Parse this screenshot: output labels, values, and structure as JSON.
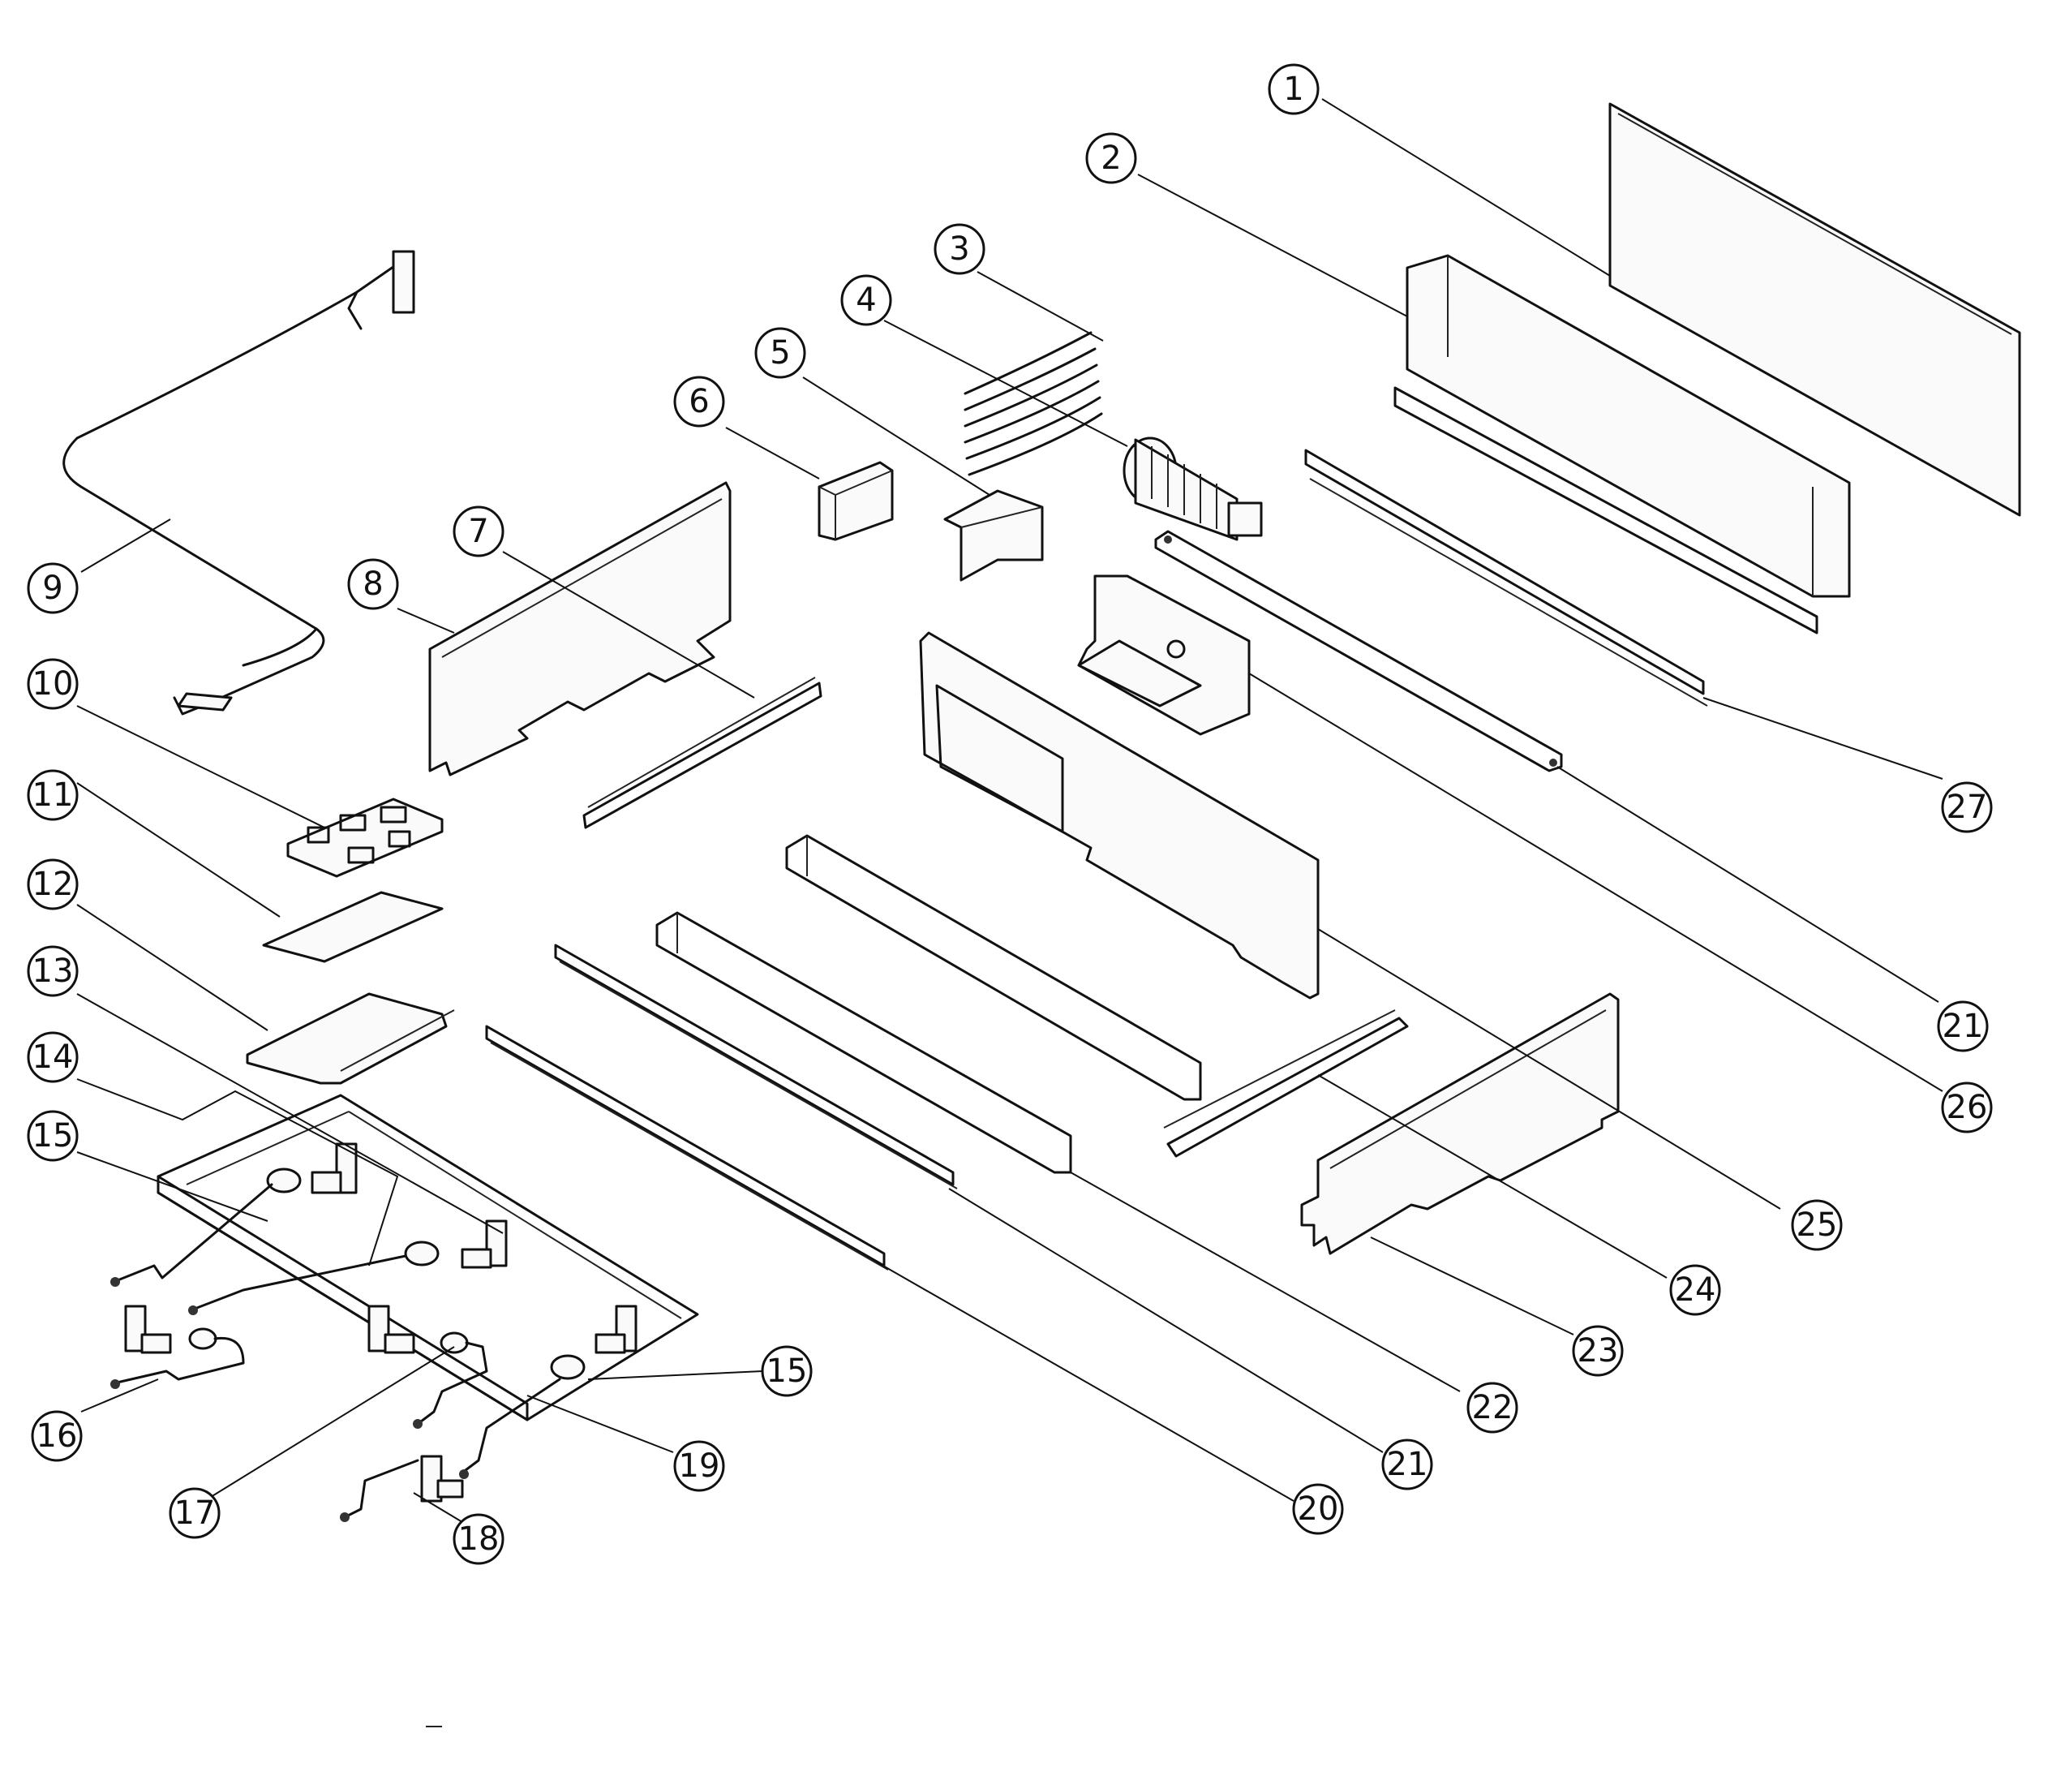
{
  "callouts": [
    {
      "label": "1"
    },
    {
      "label": "2"
    },
    {
      "label": "3"
    },
    {
      "label": "4"
    },
    {
      "label": "5"
    },
    {
      "label": "6"
    },
    {
      "label": "7"
    },
    {
      "label": "8"
    },
    {
      "label": "9"
    },
    {
      "label": "10"
    },
    {
      "label": "11"
    },
    {
      "label": "12"
    },
    {
      "label": "13"
    },
    {
      "label": "14"
    },
    {
      "label": "15"
    },
    {
      "label": "15"
    },
    {
      "label": "16"
    },
    {
      "label": "17"
    },
    {
      "label": "18"
    },
    {
      "label": "19"
    },
    {
      "label": "20"
    },
    {
      "label": "21"
    },
    {
      "label": "21"
    },
    {
      "label": "22"
    },
    {
      "label": "23"
    },
    {
      "label": "24"
    },
    {
      "label": "25"
    },
    {
      "label": "26"
    },
    {
      "label": "27"
    }
  ]
}
